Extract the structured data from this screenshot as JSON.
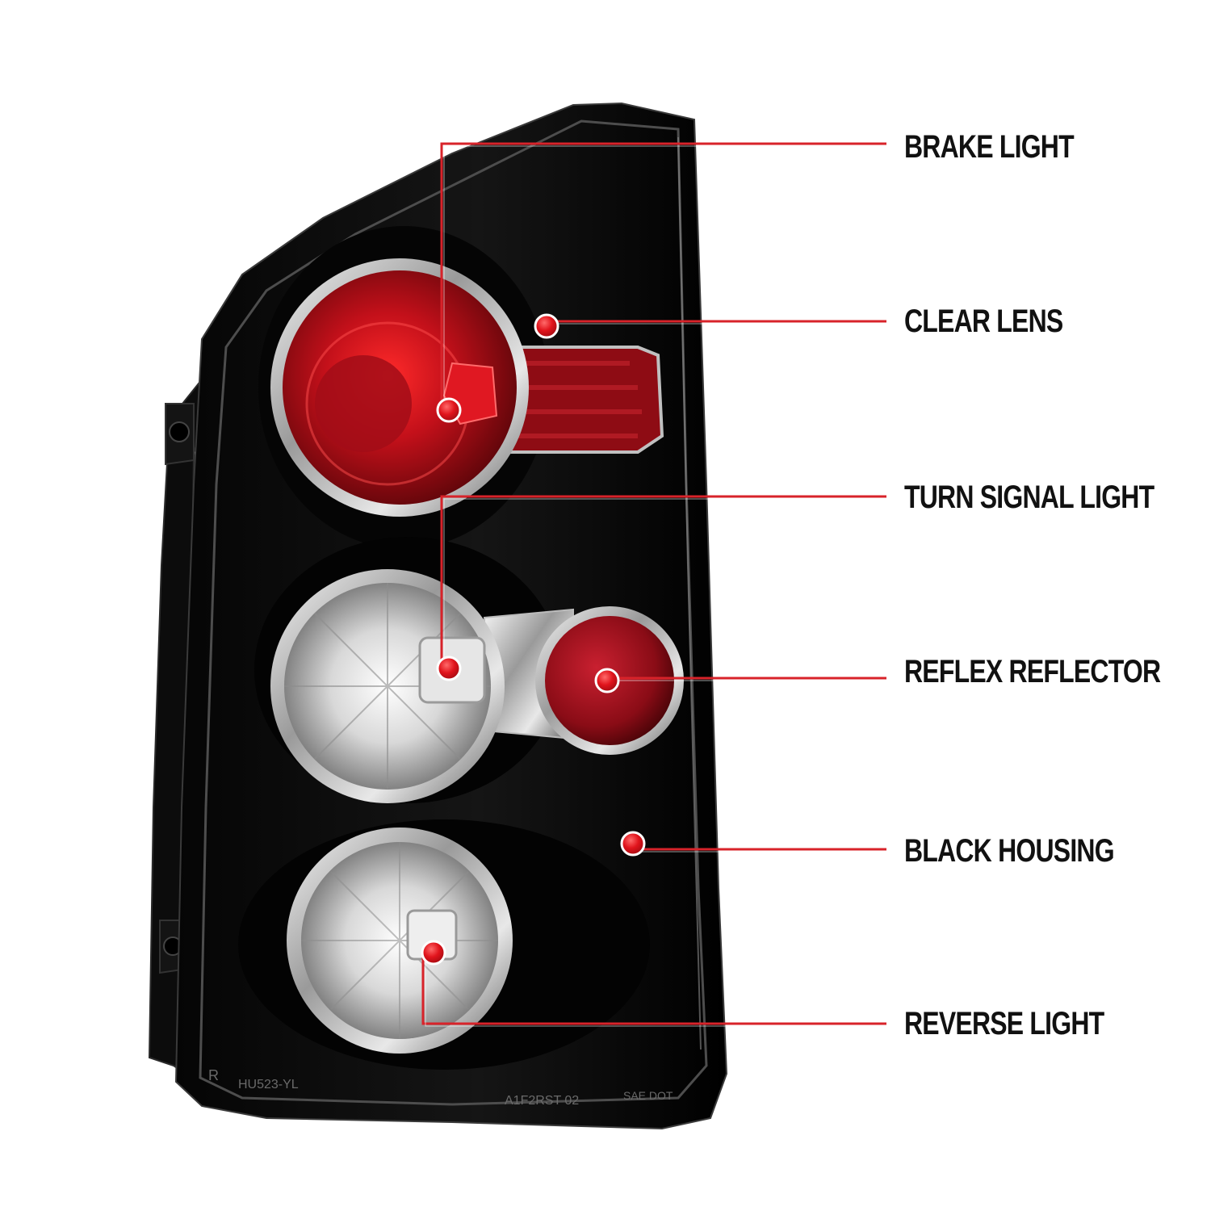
{
  "diagram": {
    "subject": "tail-light-assembly",
    "line_color": "#d8232a",
    "marker_color": "#e1141c",
    "labels": [
      {
        "id": "brake-light",
        "text": "BRAKE LIGHT"
      },
      {
        "id": "clear-lens",
        "text": "CLEAR LENS"
      },
      {
        "id": "turn-signal-light",
        "text": "TURN SIGNAL LIGHT"
      },
      {
        "id": "reflex-reflector",
        "text": "REFLEX REFLECTOR"
      },
      {
        "id": "black-housing",
        "text": "BLACK HOUSING"
      },
      {
        "id": "reverse-light",
        "text": "REVERSE LIGHT"
      }
    ],
    "housing_markings": [
      "R",
      "HU523-YL",
      "A1F2RST 02",
      "SAE DOT"
    ]
  }
}
